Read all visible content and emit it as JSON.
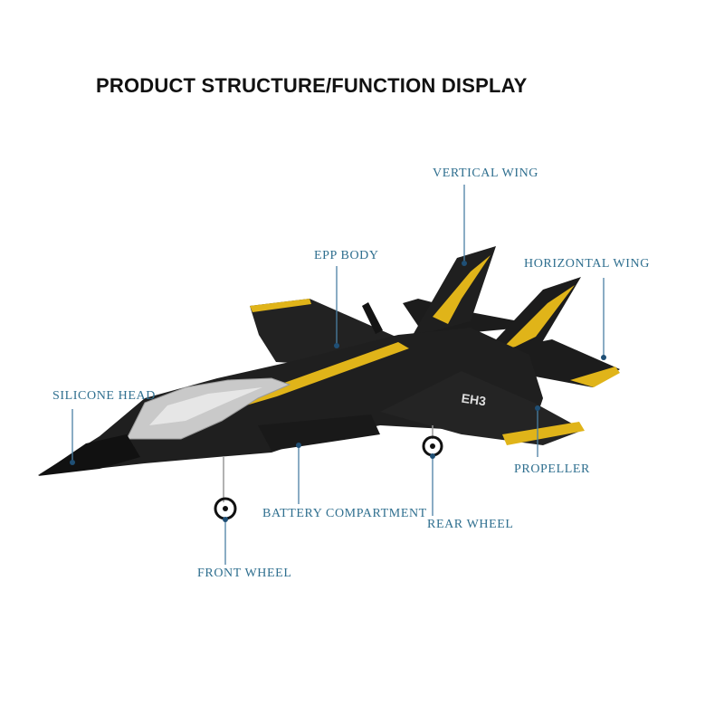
{
  "title": "PRODUCT STRUCTURE/FUNCTION DISPLAY",
  "colors": {
    "label_text": "#2f6f8f",
    "leader_line": "#4a7fa3",
    "dot": "#1f4f75",
    "body_black": "#1f1f1f",
    "accent_yellow": "#e0b419",
    "canopy_silver": "#c9c9c9"
  },
  "callouts": {
    "vertical_wing": "VERTICAL WING",
    "epp_body": "EPP BODY",
    "horizontal_wing": "HORIZONTAL WING",
    "silicone_head": "SILICONE HEAD",
    "propeller": "PROPELLER",
    "battery_compartment": "BATTERY COMPARTMENT",
    "rear_wheel": "REAR WHEEL",
    "front_wheel": "FRONT WHEEL"
  },
  "decal_text": "EH3"
}
